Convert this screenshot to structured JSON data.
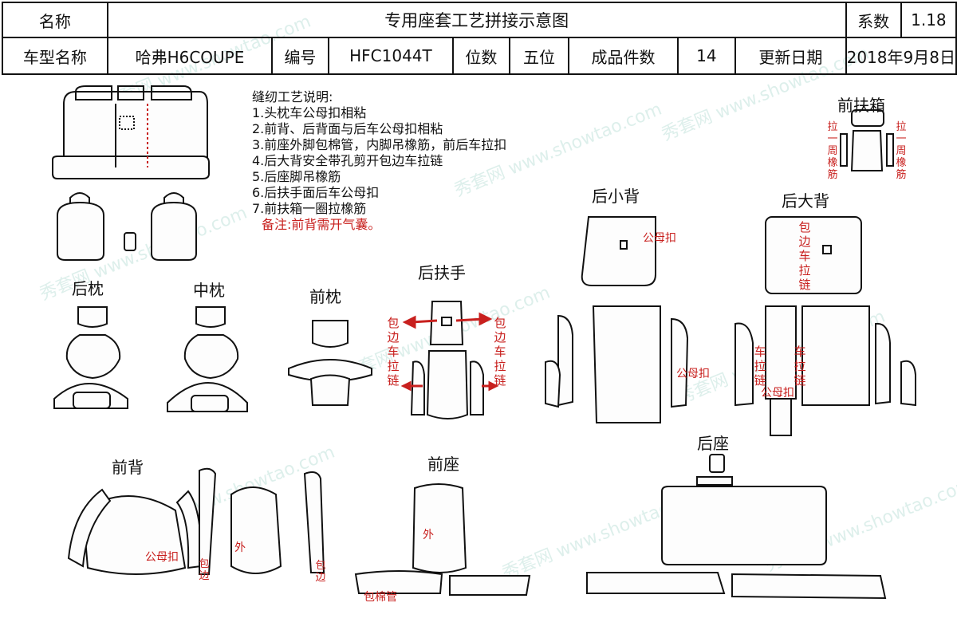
{
  "header": {
    "row1": {
      "name_label": "名称",
      "title": "专用座套工艺拼接示意图",
      "coef_label": "系数",
      "coef_value": "1.18"
    },
    "row2": {
      "model_label": "车型名称",
      "model_value": "哈弗H6COUPE",
      "code_label": "编号",
      "code_value": "HFC1044T",
      "seats_label": "位数",
      "seats_value": "五位",
      "pieces_label": "成品件数",
      "pieces_value": "14",
      "date_label": "更新日期",
      "date_value": "2018年9月8日"
    }
  },
  "notes": {
    "heading": "缝纫工艺说明:",
    "items": [
      "1.头枕车公母扣相粘",
      "2.前背、后背面与后车公母扣相粘",
      "3.前座外脚包棉管，内脚吊橡筋，前后车拉扣",
      "4.后大背安全带孔剪开包边车拉链",
      "5.后座脚吊橡筋",
      "6.后扶手面后车公母扣",
      "7.前扶箱一圈拉橡筋"
    ],
    "remark": "备注:前背需开气囊。"
  },
  "sections": {
    "rear_headrest": "后枕",
    "mid_headrest": "中枕",
    "front_headrest": "前枕",
    "rear_armrest": "后扶手",
    "front_back": "前背",
    "front_seat": "前座",
    "rear_small_back": "后小背",
    "rear_big_back": "后大背",
    "rear_seat": "后座",
    "front_armbox": "前扶箱"
  },
  "annotations": {
    "armbox_left": "拉一周橡筋",
    "armbox_right": "拉一周橡筋",
    "snap_small_back": "公母扣",
    "snap_small_back_lower": "公母扣",
    "big_back_zip": "包边车拉链",
    "big_back_left_zip": "车拉链",
    "big_back_right_zip": "车拉链",
    "big_back_snap": "公母扣",
    "armrest_left_zip": "包边车拉链",
    "armrest_right_zip": "包边车拉链",
    "front_back_snap": "公母扣",
    "front_back_edge_left": "包边",
    "front_back_outer": "外",
    "front_back_edge_right": "包边",
    "front_seat_outer": "外",
    "front_seat_foam": "包棉管"
  },
  "watermark": "秀套网 www.showtao.com",
  "colors": {
    "annotation_red": "#c8201e",
    "outline": "#111111",
    "watermark": "#9fd3c8"
  }
}
